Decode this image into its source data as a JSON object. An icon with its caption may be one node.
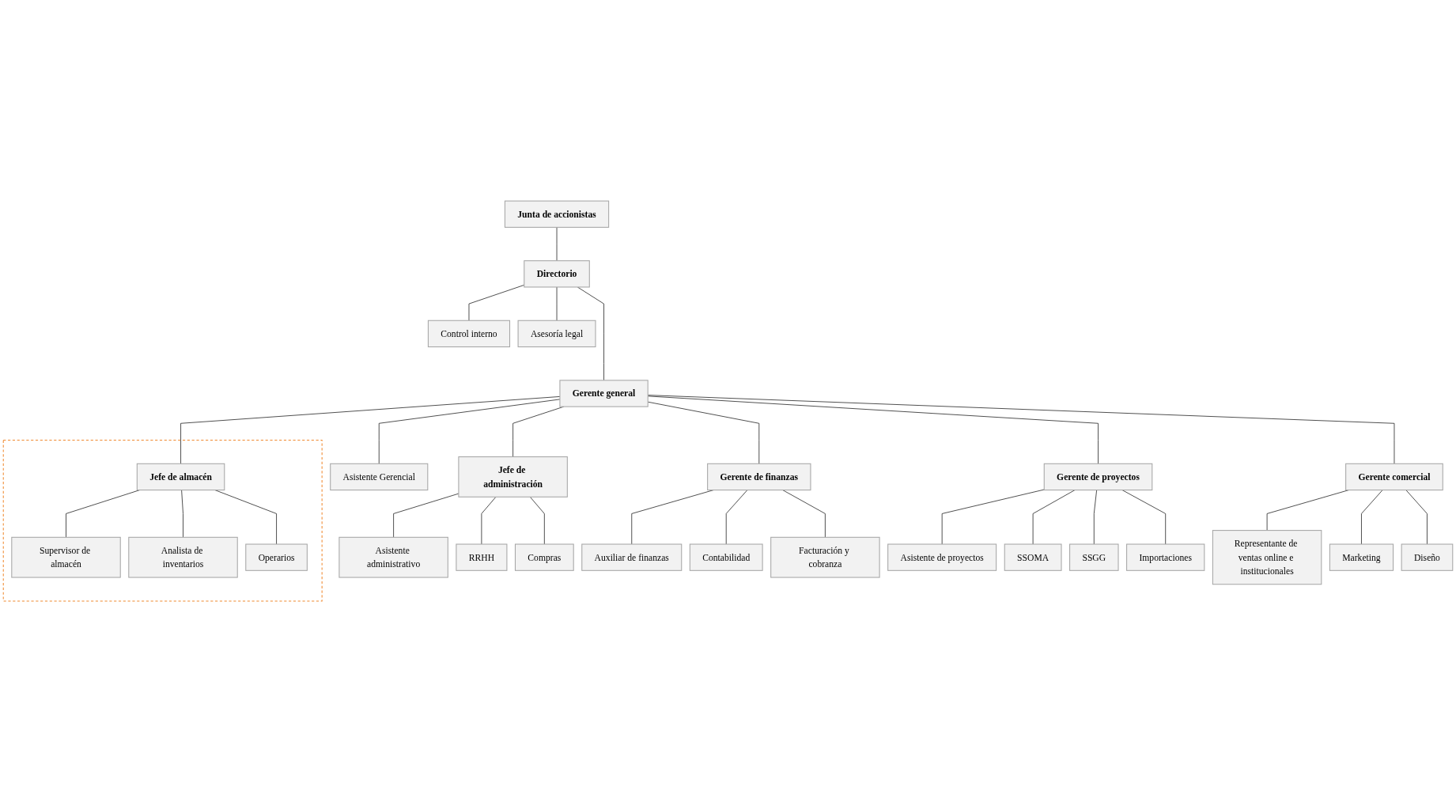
{
  "diagram": {
    "nodes": [
      {
        "text": [
          "Junta de accionistas"
        ]
      },
      {
        "text": [
          "Directorio"
        ]
      },
      {
        "text": [
          "Control interno"
        ]
      },
      {
        "text": [
          "Asesoría legal"
        ]
      },
      {
        "text": [
          "Gerente general"
        ]
      },
      {
        "text": [
          "Asistente Gerencial"
        ]
      },
      {
        "text": [
          "Jefe de administración"
        ]
      },
      {
        "text": [
          "Gerente de finanzas"
        ]
      },
      {
        "text": [
          "Gerente de proyectos"
        ]
      },
      {
        "text": [],
        "shape": "box"
      },
      {
        "text": [
          "Jefe de almacén"
        ],
        "in": 9
      },
      {
        "text": [
          "Gerente comercial"
        ]
      },
      {
        "text": [
          "Asistente administrativo"
        ]
      },
      {
        "text": [
          "RRHH"
        ]
      },
      {
        "text": [
          "Compras"
        ]
      },
      {
        "text": [
          "Auxiliar de finanzas"
        ]
      },
      {
        "text": [
          "Contabilidad"
        ]
      },
      {
        "text": [
          "Facturación y cobranza"
        ]
      },
      {
        "text": [
          "Asistente de proyectos"
        ]
      },
      {
        "text": [
          "SSOMA"
        ]
      },
      {
        "text": [
          "SSGG"
        ]
      },
      {
        "text": [
          "Importaciones"
        ]
      },
      {
        "text": [
          "Supervisor de almacén"
        ],
        "in": 9
      },
      {
        "text": [
          "Analista de inventarios"
        ],
        "in": 9
      },
      {
        "text": [
          "Operarios"
        ],
        "in": 9
      },
      {
        "text": [
          "Representante de ventas online e institucionales"
        ]
      },
      {
        "text": [
          "Marketing"
        ]
      },
      {
        "text": [
          "Diseño"
        ]
      }
    ],
    "edges": [
      {
        "from": 0,
        "to": 1,
        "arrow": "none"
      },
      {
        "from": 1,
        "to": 2,
        "arrow": "none"
      },
      {
        "from": 1,
        "to": 4,
        "arrow": "none"
      },
      {
        "from": 1,
        "to": 3,
        "arrow": "none"
      },
      {
        "from": 4,
        "to": 5,
        "arrow": "none"
      },
      {
        "from": 4,
        "to": 6,
        "arrow": "none"
      },
      {
        "from": 4,
        "to": 7,
        "arrow": "none"
      },
      {
        "from": 4,
        "to": 8,
        "arrow": "none"
      },
      {
        "from": 4,
        "to": 10,
        "arrow": "none"
      },
      {
        "from": 4,
        "to": 11,
        "arrow": "none"
      },
      {
        "from": 6,
        "to": 12,
        "arrow": "none"
      },
      {
        "from": 6,
        "to": 13,
        "arrow": "none"
      },
      {
        "from": 6,
        "to": 14,
        "arrow": "none"
      },
      {
        "from": 7,
        "to": 15,
        "arrow": "none"
      },
      {
        "from": 7,
        "to": 16,
        "arrow": "none"
      },
      {
        "from": 7,
        "to": 17,
        "arrow": "none"
      },
      {
        "from": 8,
        "to": 18,
        "arrow": "none"
      },
      {
        "from": 8,
        "to": 19,
        "arrow": "none"
      },
      {
        "from": 8,
        "to": 20,
        "arrow": "none"
      },
      {
        "from": 8,
        "to": 21,
        "arrow": "none"
      },
      {
        "from": 10,
        "to": 22,
        "arrow": "none"
      },
      {
        "from": 10,
        "to": 23,
        "arrow": "none"
      },
      {
        "from": 10,
        "to": 24,
        "arrow": "none"
      },
      {
        "from": 11,
        "to": 25,
        "arrow": "none"
      },
      {
        "from": 11,
        "to": 26,
        "arrow": "none"
      },
      {
        "from": 11,
        "to": 27,
        "arrow": "none"
      }
    ]
  }
}
